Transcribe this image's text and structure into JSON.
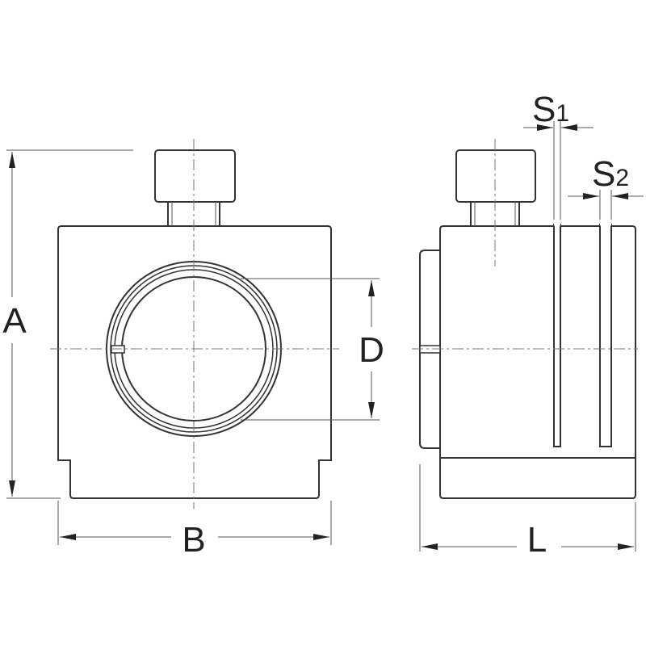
{
  "dimensions": {
    "A": "A",
    "B": "B",
    "D": "D",
    "L": "L",
    "S1": {
      "letter": "S",
      "index": "1"
    },
    "S2": {
      "letter": "S",
      "index": "2"
    }
  },
  "colors": {
    "line": "#333333",
    "thin": "#555555",
    "background": "#ffffff"
  }
}
